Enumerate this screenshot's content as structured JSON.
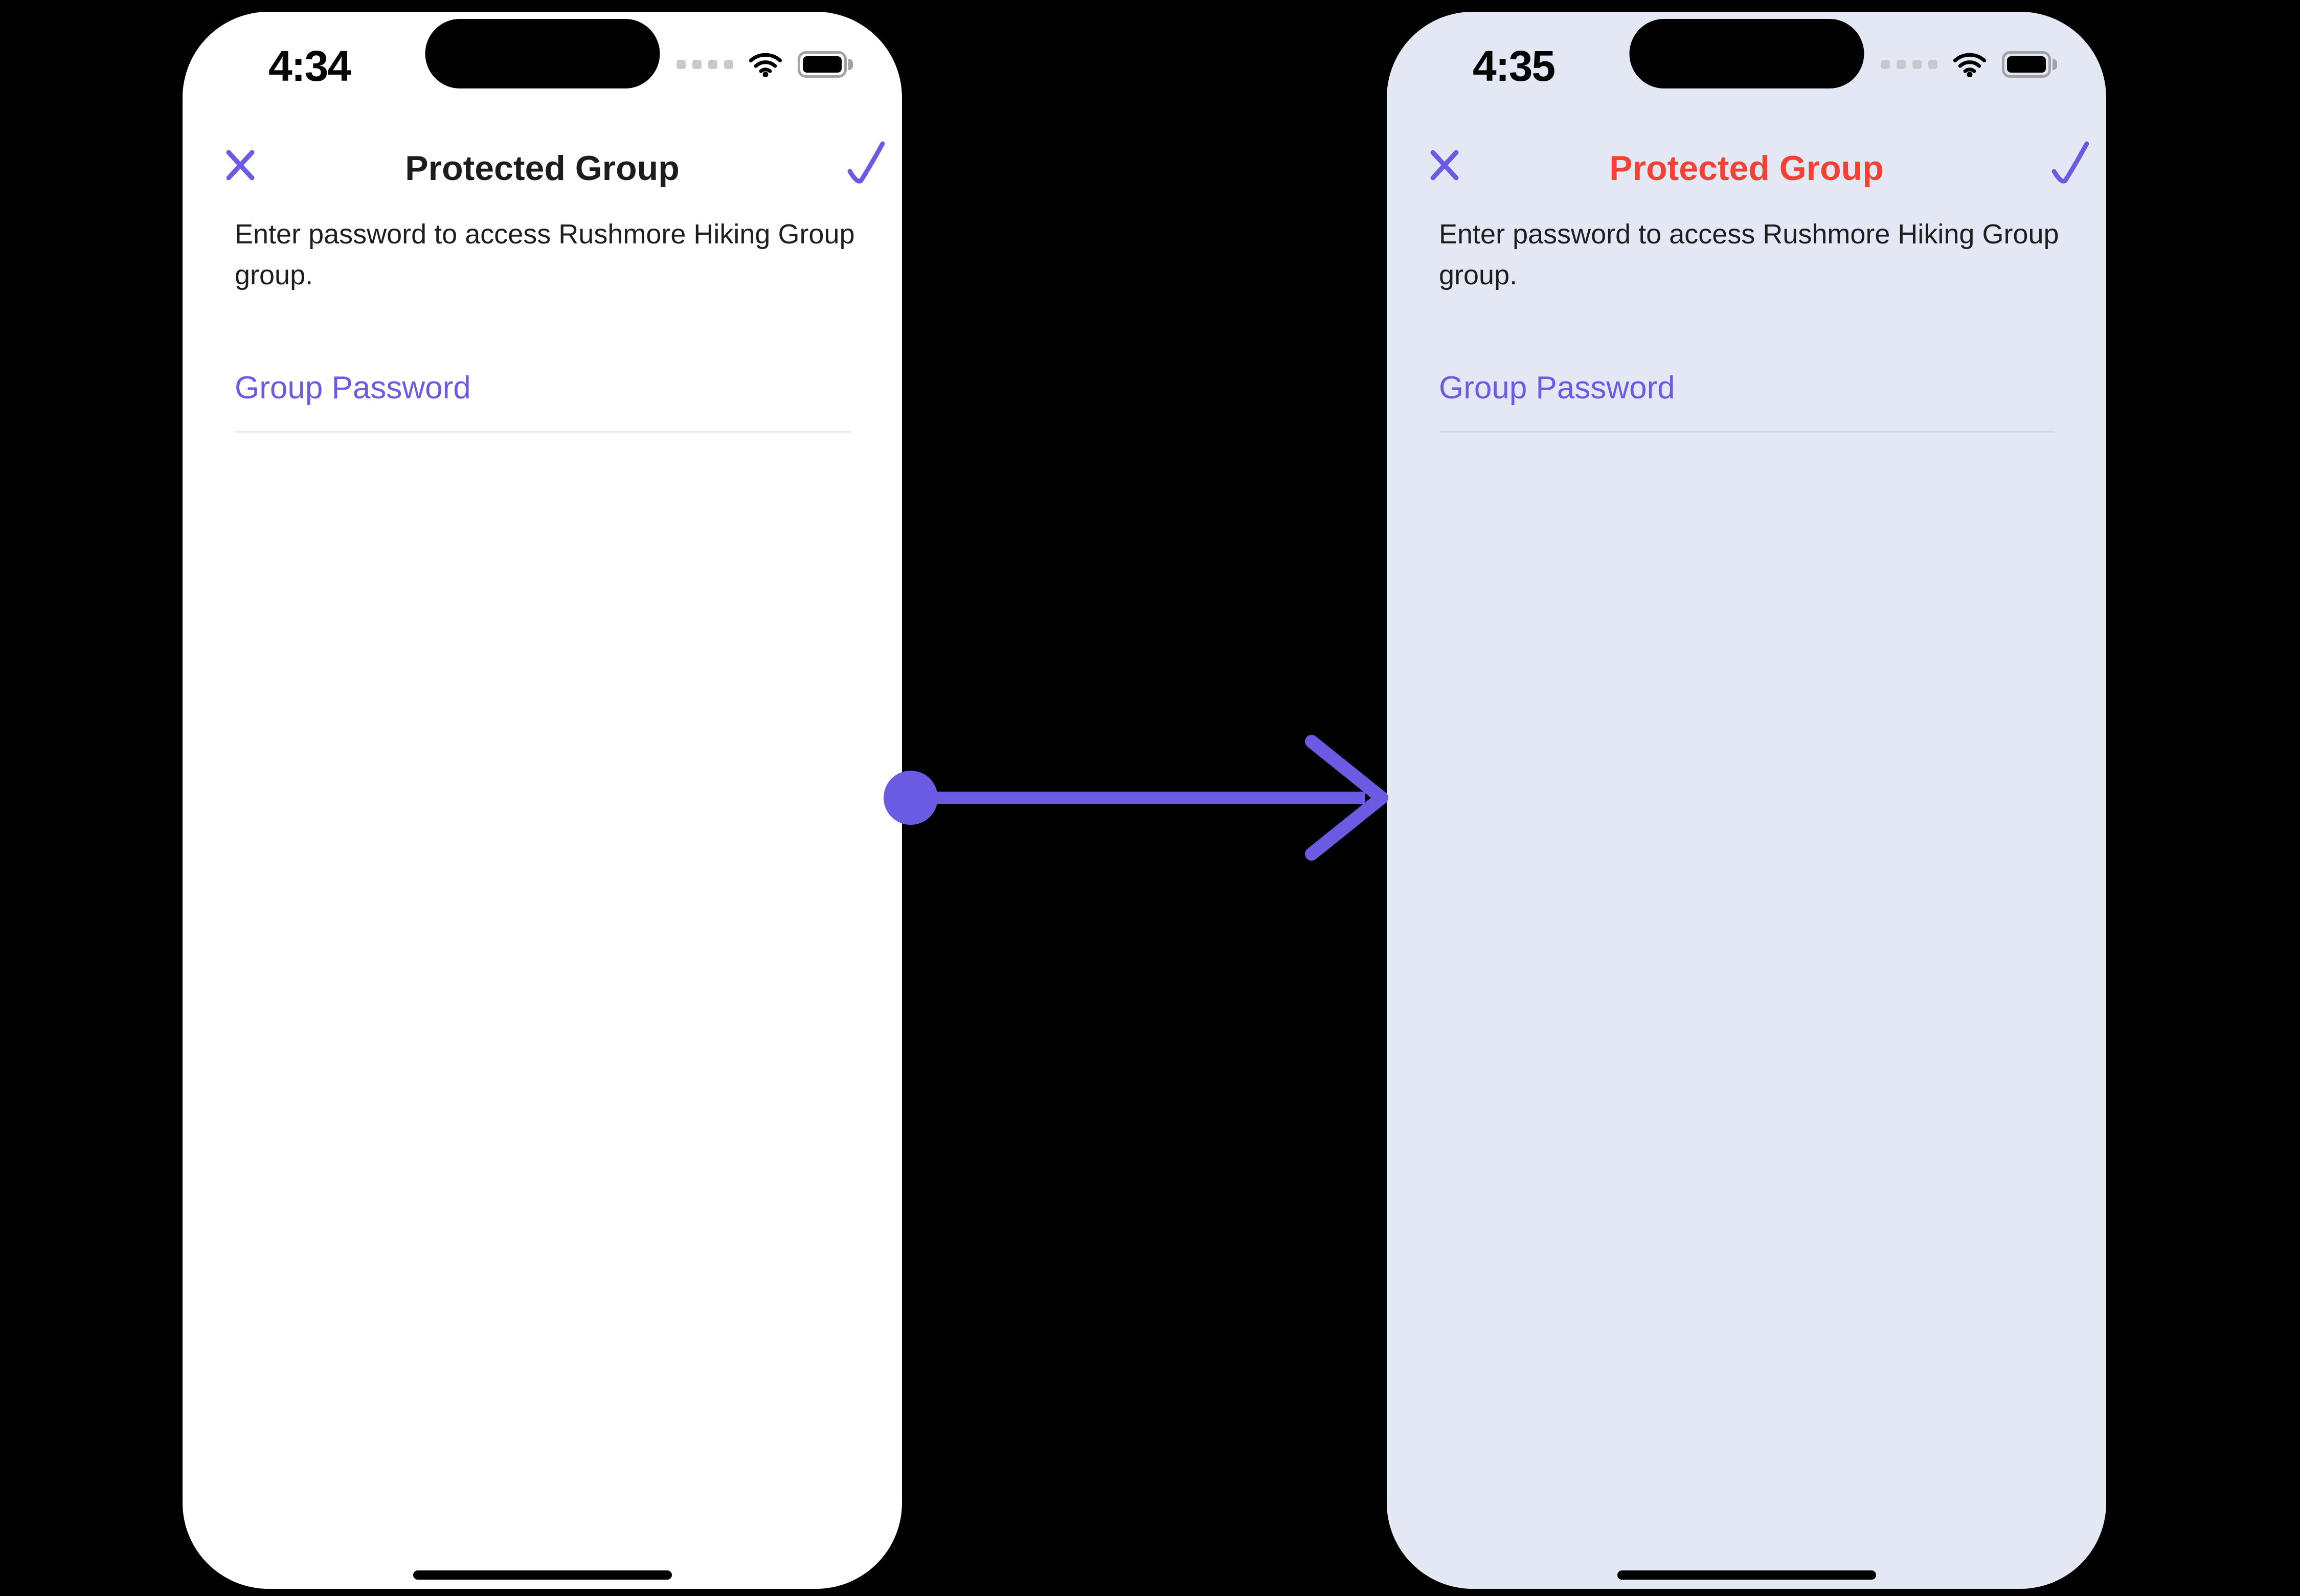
{
  "colors": {
    "canvas_background": "#000000",
    "accent_purple": "#6b5be2",
    "alert_red": "#f44134",
    "left_phone_background": "#ffffff",
    "right_phone_background": "#e4e8f5"
  },
  "left_phone": {
    "status_bar": {
      "time": "4:34"
    },
    "header": {
      "title": "Protected Group",
      "title_color": "#1c1c1e"
    },
    "body": {
      "description": "Enter password to access Rushmore Hiking Group group.",
      "password_field": {
        "label": "Group Password",
        "value": ""
      }
    }
  },
  "right_phone": {
    "status_bar": {
      "time": "4:35"
    },
    "header": {
      "title": "Protected Group",
      "title_color": "#f44134"
    },
    "body": {
      "description": "Enter password to access Rushmore Hiking Group group.",
      "password_field": {
        "label": "Group Password",
        "value": ""
      }
    }
  },
  "arrow": {
    "direction": "left-to-right",
    "color": "#6b5be2"
  },
  "icons": {
    "close": "x-cross",
    "confirm": "checkmark",
    "cellular": "four-dots-no-signal",
    "wifi": "wifi-waves",
    "battery": "battery-full"
  }
}
